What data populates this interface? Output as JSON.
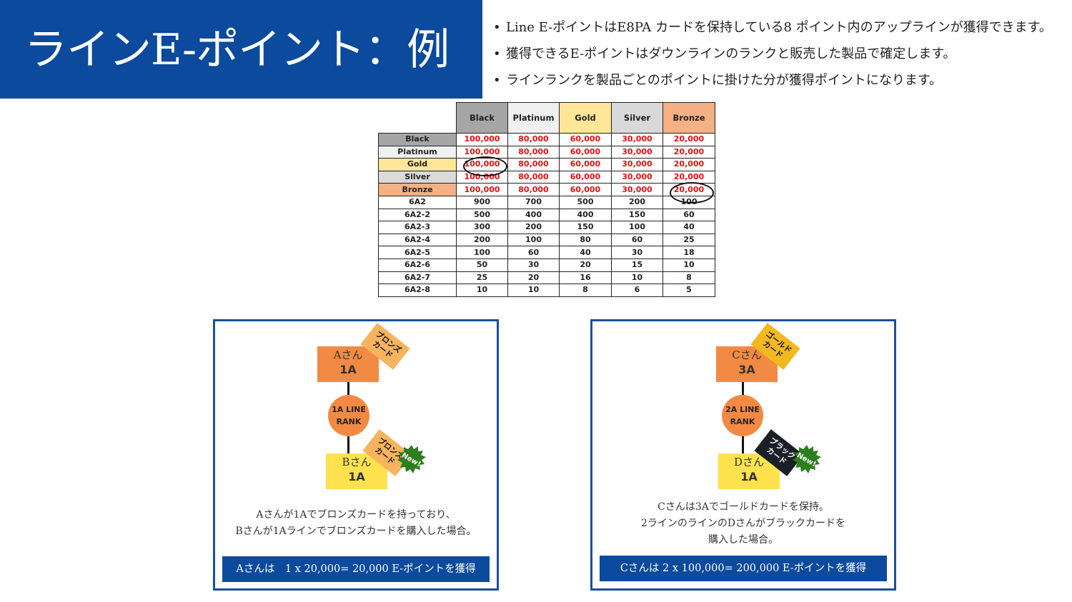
{
  "header": {
    "title": "ラインE-ポイント：例"
  },
  "bullets": [
    "Line E-ポイントはE8PA カードを保持している8 ポイント内のアップラインが獲得できます。",
    "獲得できるE-ポイントはダウンラインのランクと販売した製品で確定します。",
    "ラインランクを製品ごとのポイントに掛けた分が獲得ポイントになります。"
  ],
  "bullet_symbol": "•",
  "table": {
    "columns": [
      "Black",
      "Platinum",
      "Gold",
      "Silver",
      "Bronze"
    ],
    "rank_rows": [
      {
        "label": "Black",
        "values": [
          "100,000",
          "80,000",
          "60,000",
          "30,000",
          "20,000"
        ]
      },
      {
        "label": "Platinum",
        "values": [
          "100,000",
          "80,000",
          "60,000",
          "30,000",
          "20,000"
        ]
      },
      {
        "label": "Gold",
        "values": [
          "100,000",
          "80,000",
          "60,000",
          "30,000",
          "20,000"
        ]
      },
      {
        "label": "Silver",
        "values": [
          "100,000",
          "80,000",
          "60,000",
          "30,000",
          "20,000"
        ]
      },
      {
        "label": "Bronze",
        "values": [
          "100,000",
          "80,000",
          "60,000",
          "30,000",
          "20,000"
        ]
      }
    ],
    "line_rows": [
      {
        "label": "6A2",
        "values": [
          "900",
          "700",
          "500",
          "200",
          "100"
        ]
      },
      {
        "label": "6A2-2",
        "values": [
          "500",
          "400",
          "400",
          "150",
          "60"
        ]
      },
      {
        "label": "6A2-3",
        "values": [
          "300",
          "200",
          "150",
          "100",
          "40"
        ]
      },
      {
        "label": "6A2-4",
        "values": [
          "200",
          "100",
          "80",
          "60",
          "25"
        ]
      },
      {
        "label": "6A2-5",
        "values": [
          "100",
          "60",
          "40",
          "30",
          "18"
        ]
      },
      {
        "label": "6A2-6",
        "values": [
          "50",
          "30",
          "20",
          "15",
          "10"
        ]
      },
      {
        "label": "6A2-7",
        "values": [
          "25",
          "20",
          "16",
          "10",
          "8"
        ]
      },
      {
        "label": "6A2-8",
        "values": [
          "10",
          "10",
          "8",
          "6",
          "5"
        ]
      }
    ],
    "colors": {
      "Black": "#a6a6a6",
      "Platinum": "#f0f0f0",
      "Gold": "#ffe699",
      "Silver": "#d9d9d9",
      "Bronze": "#f4b183",
      "rank_value_text": "#e01010"
    }
  },
  "example1": {
    "upline": {
      "name": "Aさん",
      "level": "1A"
    },
    "upline_card": {
      "line1": "ブロンズ",
      "line2": "カード"
    },
    "rank": {
      "line1": "1A LINE",
      "line2": "RANK"
    },
    "downline": {
      "name": "Bさん",
      "level": "1A"
    },
    "downline_card": {
      "line1": "ブロンズ",
      "line2": "カード"
    },
    "new_badge": "New!",
    "description": [
      "Aさんが1Aでブロンズカードを持っており、",
      "Bさんが1Aラインでブロンズカードを購入した場合。"
    ],
    "result": "Aさんは　1 x 20,000= 20,000 E-ポイントを獲得"
  },
  "example2": {
    "upline": {
      "name": "Cさん",
      "level": "3A"
    },
    "upline_card": {
      "line1": "ゴールド",
      "line2": "カード"
    },
    "rank": {
      "line1": "2A LINE",
      "line2": "RANK"
    },
    "downline": {
      "name": "Dさん",
      "level": "1A"
    },
    "downline_card": {
      "line1": "ブラック",
      "line2": "カード"
    },
    "new_badge": "New!",
    "description": [
      "Cさんは3Aでゴールドカードを保持。",
      "2ラインのラインのDさんがブラックカードを",
      "購入した場合。"
    ],
    "result": "Cさんは 2 x 100,000= 200,000 E-ポイントを獲得"
  },
  "brand_colors": {
    "primary_blue": "#0b4a9c",
    "node_orange": "#f28a44",
    "node_yellow": "#ffe24d",
    "badge_green": "#2e7d1f"
  }
}
